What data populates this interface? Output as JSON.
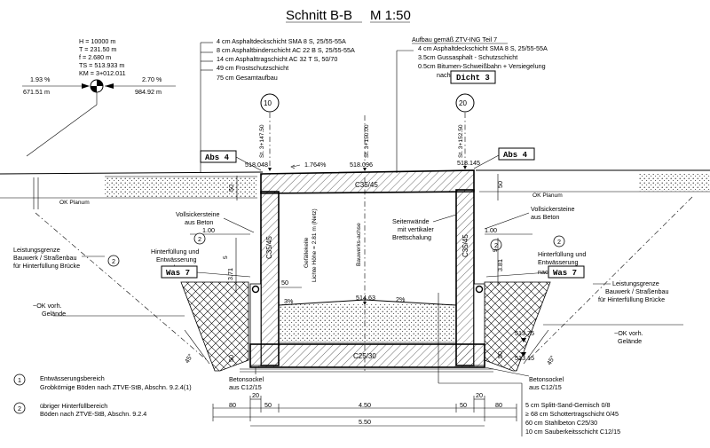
{
  "title": {
    "section": "Schnitt B-B",
    "scale": "M 1:50"
  },
  "road_params": [
    "H = 10000 m",
    "T = 231.50 m",
    "f = 2.680 m",
    "TS = 513.933 m",
    "KM = 3+012.011"
  ],
  "slopes": {
    "left_pct": "1.93 %",
    "left_dist": "671.51 m",
    "right_pct": "2.70 %",
    "right_dist": "984.92 m"
  },
  "road_build_up": [
    "4 cm Asphaltdeckschicht SMA 8 S, 25/55-55A",
    "8 cm Asphaltbinderschicht AC 22 B S, 25/55-55A",
    "14 cm Asphalttragschicht   AC 32 T S, 50/70",
    "49 cm Frostschutzschicht",
    "75 cm Gesamtaufbau"
  ],
  "bridge_build_up": {
    "header": "Aufbau gemäß ZTV-ING Teil 7",
    "lines": [
      "4 cm Asphaltdeckschicht SMA 8 S, 25/55-55A",
      "3.5cm Gussasphalt - Schutzschicht",
      "0.5cm Bitumen-Schweißbahn + Versiegelung"
    ],
    "nach": "nach",
    "dicht": "Dicht 3"
  },
  "stations": {
    "left": "St. 3+147.50",
    "mid": "St. 3+150.00",
    "right": "St. 3+152.50"
  },
  "markers": {
    "left": "10",
    "right": "20"
  },
  "abs": "Abs 4",
  "elevations": {
    "left": "518.048",
    "mid": "518.096",
    "right": "518.145",
    "floor": "514.63",
    "right_low1": "513.75",
    "right_low2": "513.15"
  },
  "deck_slope": "1.764%",
  "concrete": {
    "deck": "C35/45",
    "wall_left": "C35/45",
    "wall_right": "C35/45",
    "base": "C25/30"
  },
  "ok_planum": "OK Planum",
  "vollsicker": [
    "Vollsickersteine",
    "aus Beton"
  ],
  "seitenwaende": [
    "Seitenwände",
    "mit vertikaler",
    "Brettschalung"
  ],
  "lichte_hoehe": [
    "Lichte Höhe = 2.81 m (Netz)",
    "Gefällekeile"
  ],
  "bauwerksachse": "Bauwerks-achse",
  "hinterfuellung": [
    "Hinterfüllung und",
    "Entwässerung",
    "nach"
  ],
  "was7": "Was 7",
  "leistungsgrenze": [
    "Leistungsgrenze",
    "Bauwerk / Straßenbau",
    "für Hinterfüllung Brücke"
  ],
  "ok_vorh": [
    "~OK vorh.",
    "Gelände"
  ],
  "dims": {
    "d100": "1.00",
    "d50": "50",
    "d371": "3.71",
    "d381": "3.81",
    "sup": "5",
    "d20": "20",
    "d80": "80",
    "d450": "4.50",
    "d550": "5.50",
    "deg45": "45°",
    "pct3": "3%",
    "pct2": "2%"
  },
  "betonsockel": [
    "Betonsockel",
    "aus C12/15"
  ],
  "legend": [
    {
      "num": "1",
      "lines": [
        "Entwässerungsbereich",
        "Grobkörnige Böden nach ZTVE-StB, Abschn. 9.2.4(1)"
      ]
    },
    {
      "num": "2",
      "lines": [
        "übriger Hinterfüllbereich",
        "Böden nach ZTVE-StB, Abschn. 9.2.4"
      ]
    }
  ],
  "base_build_up": [
    "5 cm Splitt-Sand-Gemisch 0/8",
    "≥ 68 cm Schottertragschicht 0/45",
    "60 cm Stahlbeton C25/30",
    "10 cm Sauberkeitsschicht C12/15"
  ]
}
